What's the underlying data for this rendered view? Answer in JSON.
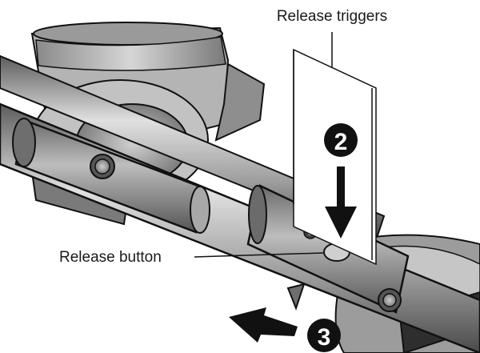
{
  "labels": {
    "release_triggers": "Release triggers",
    "release_button": "Release button"
  },
  "steps": {
    "step2": "2",
    "step3": "3"
  },
  "colors": {
    "metal_dark": "#4a4a4a",
    "metal_mid": "#8c8c8c",
    "metal_light": "#c8c8c8",
    "outline": "#111111"
  }
}
